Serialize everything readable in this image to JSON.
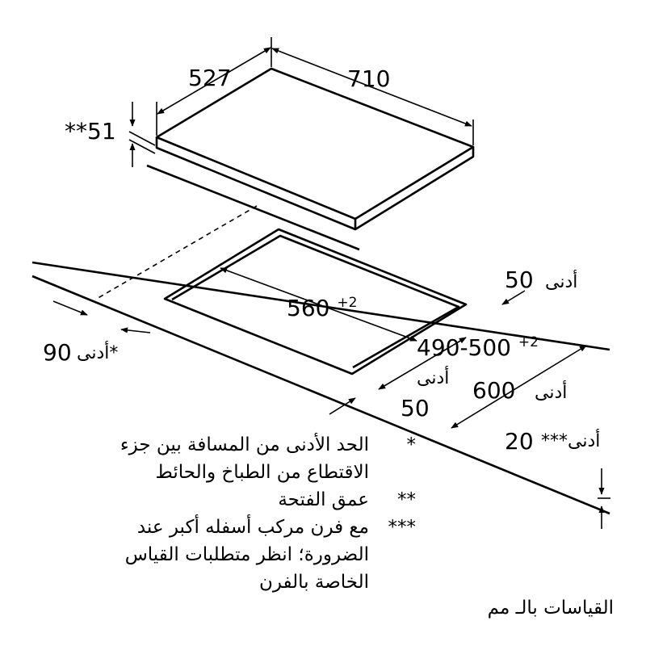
{
  "dimensions": {
    "hob_width": "710",
    "hob_depth": "527",
    "cutout_depth_note": "**51",
    "cutout_width": "560",
    "cutout_width_tol": "+2",
    "cutout_depth": "490-500",
    "cutout_depth_tol": "+2",
    "min_rear_value": "50",
    "min_rear_label": "أدنى",
    "min_side_value": "90",
    "min_side_label": "أدنى*",
    "min_front_label": "أدنى",
    "min_front_value": "50",
    "worktop_value": "600",
    "worktop_label": "أدنى",
    "min_thickness_value": "20",
    "min_thickness_label": "***أدنى"
  },
  "notes": [
    {
      "marker": "*",
      "lines": [
        "الحد الأدنى من المسافة بين جزء",
        "الاقتطاع من الطباخ والحائط"
      ]
    },
    {
      "marker": "**",
      "lines": [
        "عمق الفتحة"
      ]
    },
    {
      "marker": "***",
      "lines": [
        "مع فرن مركب أسفله أكبر عند",
        "الضرورة؛ انظر متطلبات القياس",
        "الخاصة بالفرن"
      ]
    }
  ],
  "units_note": "القياسات بالـ مم"
}
